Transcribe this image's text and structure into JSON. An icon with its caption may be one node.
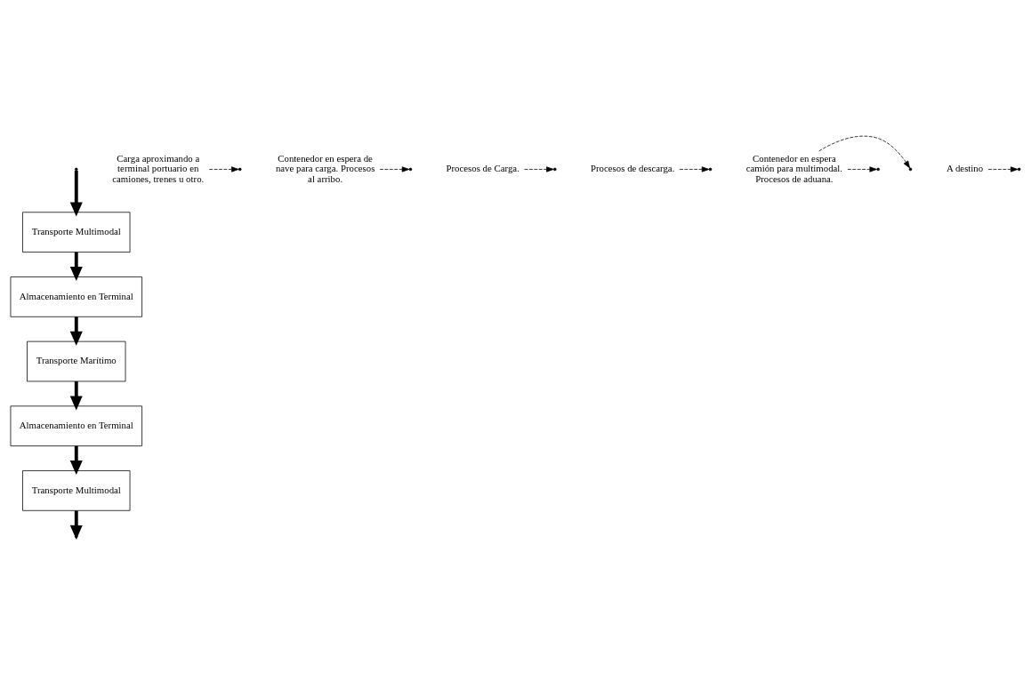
{
  "diagram": {
    "nodes": [
      {
        "text": [
          "Transporte Multimodal"
        ]
      },
      {
        "text": [
          "Almacenamiento en Terminal"
        ]
      },
      {
        "text": [
          "Transporte Marítimo"
        ]
      },
      {
        "text": [
          "Almacenamiento en Terminal"
        ]
      },
      {
        "text": [
          "Transporte Multimodal"
        ]
      },
      {
        "text": [
          "Carga aproximando a terminal portuario en camiones, trenes u otro."
        ]
      },
      {
        "text": [
          "Contenedor en espera de nave para carga. Procesos al arribo."
        ]
      },
      {
        "text": [
          "Procesos de Carga."
        ]
      },
      {
        "text": [
          "Procesos de descarga."
        ]
      },
      {
        "text": [
          "Contenedor en espera camión para multimodal. Procesos de aduana."
        ]
      },
      {
        "text": [
          "A destino"
        ]
      }
    ],
    "edges": [
      {
        "from": null,
        "to": 0,
        "arrow": "to",
        "style": "thick"
      },
      {
        "from": 0,
        "to": 1,
        "arrow": "to",
        "style": "thick"
      },
      {
        "from": 1,
        "to": 2,
        "arrow": "to",
        "style": "thick"
      },
      {
        "from": 2,
        "to": 3,
        "arrow": "to",
        "style": "thick"
      },
      {
        "from": 3,
        "to": 4,
        "arrow": "to",
        "style": "thick"
      },
      {
        "from": 4,
        "to": null,
        "arrow": "to",
        "style": "thick"
      },
      {
        "from": 5,
        "to": null,
        "arrow": "to",
        "style": "dashed"
      },
      {
        "from": 6,
        "to": null,
        "arrow": "to",
        "style": "dashed"
      },
      {
        "from": 7,
        "to": null,
        "arrow": "to",
        "style": "dashed"
      },
      {
        "from": 8,
        "to": null,
        "arrow": "to",
        "style": "dashed"
      },
      {
        "from": 9,
        "to": null,
        "arrow": "to",
        "style": "dashed"
      },
      {
        "from": 9,
        "to": null,
        "arrow": "to",
        "style": "dashed"
      },
      {
        "from": 10,
        "to": null,
        "arrow": "to",
        "style": "dashed"
      }
    ]
  }
}
